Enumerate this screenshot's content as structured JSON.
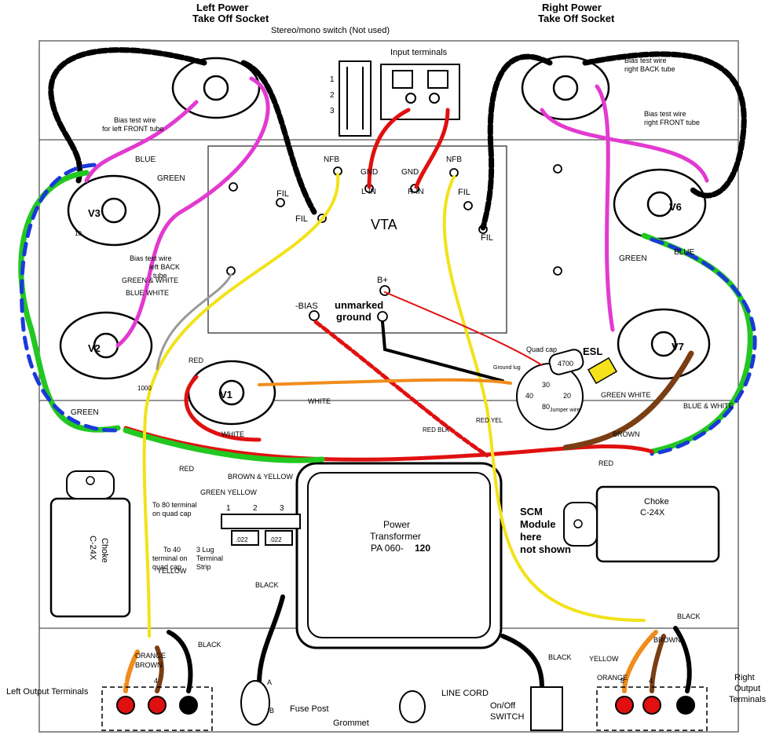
{
  "callouts": {
    "left_power_socket": [
      "Left Power",
      "Take Off Socket"
    ],
    "right_power_socket": [
      "Right Power",
      "Take Off Socket"
    ],
    "stereo_mono_switch": "Stereo/mono switch (Not used)",
    "switch_positions": [
      "1",
      "2",
      "3"
    ],
    "input_terminals": "Input terminals",
    "bias_left_front": [
      "Bias test wire",
      "for left FRONT tube"
    ],
    "bias_left_back": [
      "Bias test wire",
      "left BACK",
      "tube"
    ],
    "bias_right_back": [
      "Bias test wire",
      "right BACK tube"
    ],
    "bias_right_front": [
      "Bias test wire",
      "right FRONT tube"
    ]
  },
  "board": {
    "title": "VTA",
    "nfb_left": "NFB",
    "nfb_right": "NFB",
    "fil_1": "FIL",
    "fil_2": "FIL",
    "fil_3": "FIL",
    "fil_4": "FIL",
    "gnd_left": "GND",
    "lin": "L-IN",
    "gnd_right": "GND",
    "rin": "R-IN",
    "bplus": "B+",
    "bias": "-BIAS",
    "unmarked_ground": [
      "unmarked",
      "ground"
    ]
  },
  "tubes": {
    "v1": "V1",
    "v2": "V2",
    "v3": "V3",
    "v6": "V6",
    "v7": "V7"
  },
  "resistors": {
    "r1000": "1000",
    "r10": "10"
  },
  "wires": {
    "blue": "BLUE",
    "green": "GREEN",
    "green_white": "GREEN & WHITE",
    "blue_white": "BLUE WHITE",
    "red": "RED",
    "white": "WHITE",
    "yellow": "YELLOW",
    "brown": "BROWN",
    "black": "BLACK",
    "orange": "ORANGE",
    "brown_yellow": "BROWN & YELLOW",
    "green_yellow": "GREEN YELLOW",
    "red_blk": "RED BLK",
    "red_yel": "RED YEL",
    "green_white_r": "GREEN WHITE",
    "blue_white_r": "BLUE & WHITE",
    "jumper": "Jumper wire",
    "ground_lug": "Ground lug"
  },
  "quadcap": {
    "label": "Quad cap",
    "value": "4700",
    "t30": "30",
    "t20": "20",
    "t40": "40",
    "t80": "80"
  },
  "esl": "ESL",
  "terminal_strip": {
    "to80": [
      "To 80 terminal",
      "on quad cap"
    ],
    "to40": [
      "To 40",
      "terminal on",
      "quad cap"
    ],
    "strip": [
      "3 Lug",
      "Terminal",
      "Strip"
    ],
    "lugs": [
      "1",
      "2",
      "3"
    ],
    "caps": [
      ".022",
      ".022"
    ]
  },
  "transformer": [
    "Power",
    "Transformer",
    "PA 060-",
    "120"
  ],
  "scm": [
    "SCM",
    "Module",
    "here",
    "not shown"
  ],
  "choke_left": [
    "Choke",
    "C-24X"
  ],
  "choke_right": [
    "Choke",
    "C-24X"
  ],
  "bottom": {
    "left_output": "Left Output Terminals",
    "right_output": [
      "Right",
      "Output",
      "Terminals"
    ],
    "fuse_post": "Fuse Post",
    "grommet": "Grommet",
    "line_cord": "LINE CORD",
    "onoff": [
      "On/Off",
      "SWITCH"
    ],
    "out_8": "8",
    "out_4": "4",
    "fuse_a": "A",
    "fuse_b": "B"
  },
  "colors": {
    "red": "#e01010",
    "blue": "#1a3ad8",
    "green": "#22c820",
    "yellow": "#f2e21a",
    "magenta": "#e23ad0",
    "brown": "#7a3e14",
    "orange": "#f08c1c",
    "black": "#000000"
  }
}
